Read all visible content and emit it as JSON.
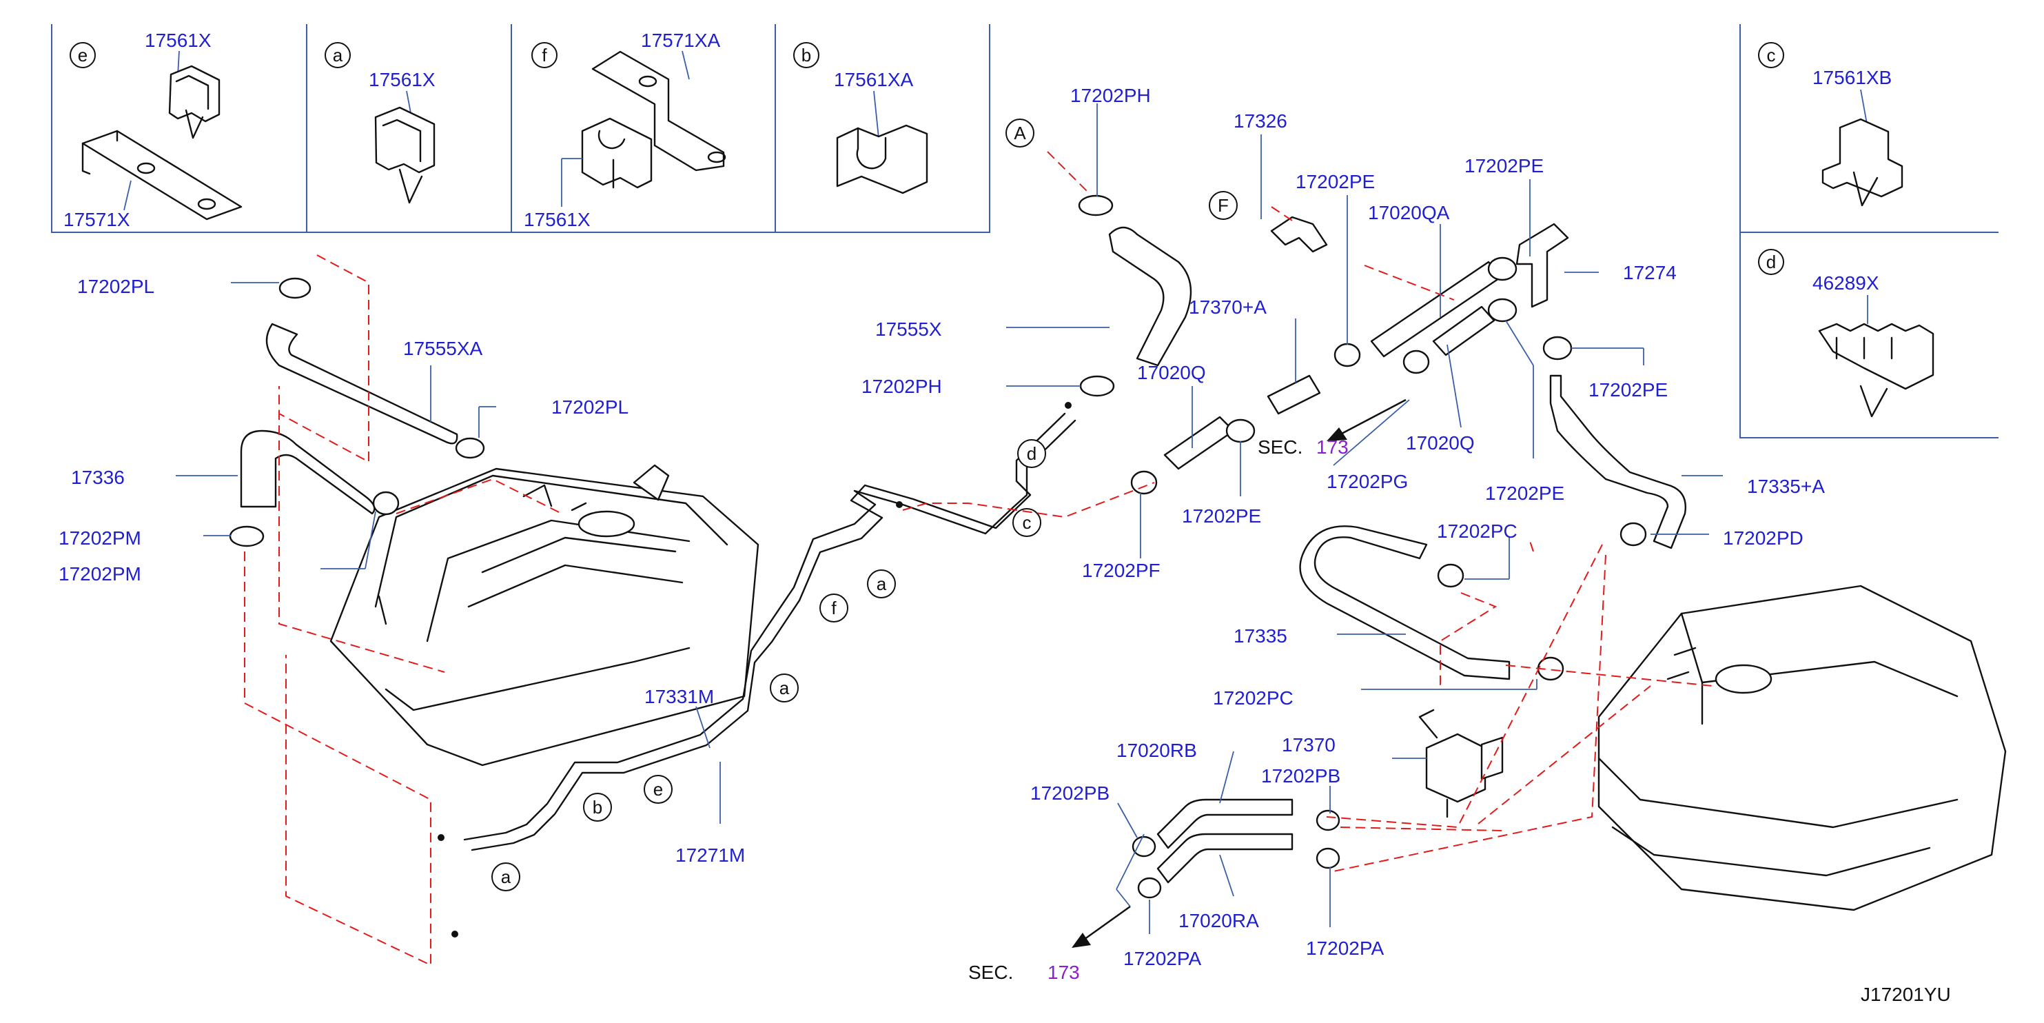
{
  "diagram_id": "J17201YU",
  "accent_colors": {
    "part_number": "#1f1fd1",
    "section_ref": "#8a1fd1",
    "routing_dash": "#e41a1a",
    "leader": "#3a5fa8"
  },
  "insets": {
    "e": {
      "letter": "e",
      "parts": [
        "17561X",
        "17571X"
      ]
    },
    "a": {
      "letter": "a",
      "parts": [
        "17561X"
      ]
    },
    "f": {
      "letter": "f",
      "parts": [
        "17571XA",
        "17561X"
      ]
    },
    "b": {
      "letter": "b",
      "parts": [
        "17561XA"
      ]
    },
    "c": {
      "letter": "c",
      "parts": [
        "17561XB"
      ]
    },
    "d": {
      "letter": "d",
      "parts": [
        "46289X"
      ]
    }
  },
  "parts": {
    "p17202PH_top": "17202PH",
    "p17555X": "17555X",
    "p17202PH_bot": "17202PH",
    "p17202PL_top": "17202PL",
    "p17555XA": "17555XA",
    "p17202PL_mid": "17202PL",
    "p17336": "17336",
    "p17202PM_a": "17202PM",
    "p17202PM_b": "17202PM",
    "p17326": "17326",
    "p17202PE_a": "17202PE",
    "p17020QA": "17020QA",
    "p17202PE_b": "17202PE",
    "p17274": "17274",
    "p17370A": "17370+A",
    "p17020Q_a": "17020Q",
    "p17202PE_c": "17202PE",
    "p17202PF": "17202PF",
    "p17202PG": "17202PG",
    "p17020Q_b": "17020Q",
    "p17202PE_d": "17202PE",
    "p17202PE_e": "17202PE",
    "p17335A": "17335+A",
    "p17202PD": "17202PD",
    "p17202PC_a": "17202PC",
    "p17335": "17335",
    "p17202PC_b": "17202PC",
    "p17370": "17370",
    "p17020RB": "17020RB",
    "p17202PB_a": "17202PB",
    "p17202PB_b": "17202PB",
    "p17020RA": "17020RA",
    "p17202PA_a": "17202PA",
    "p17202PA_b": "17202PA",
    "p17331M": "17331M",
    "p17271M": "17271M"
  },
  "refs": {
    "A": "A",
    "F": "F"
  },
  "section_refs": [
    {
      "prefix": "SEC.",
      "number": "173"
    },
    {
      "prefix": "SEC.",
      "number": "173"
    }
  ],
  "route_clip_letters": [
    "d",
    "c",
    "a",
    "f",
    "a",
    "e",
    "b",
    "a"
  ]
}
